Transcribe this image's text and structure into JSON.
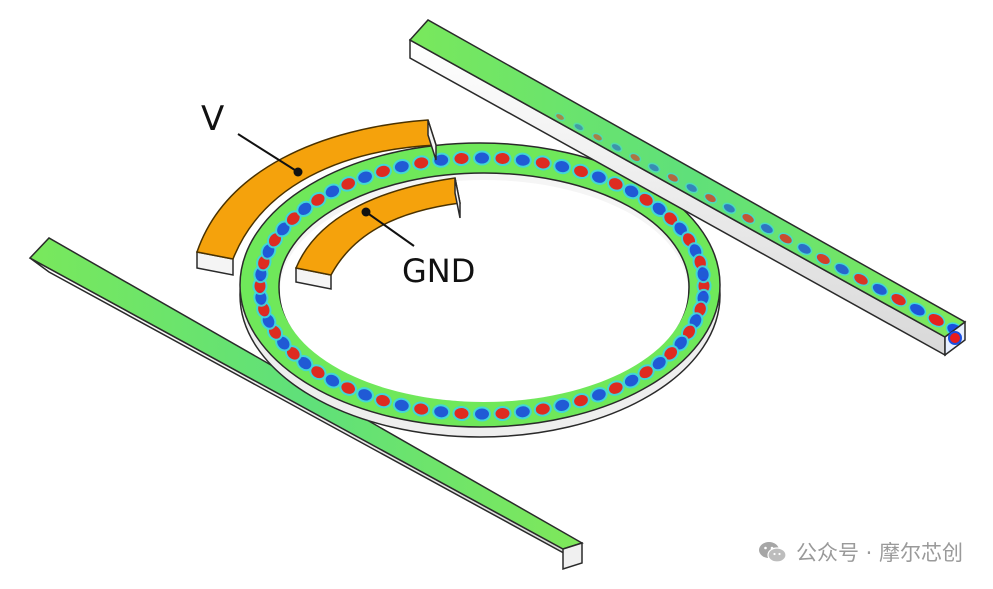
{
  "labels": {
    "voltage": "V",
    "ground": "GND"
  },
  "watermark": {
    "text": "公众号 · 摩尔芯创"
  },
  "colors": {
    "electrode": "#f5a20c",
    "electrode_edge": "#6a4a00",
    "waveguide_base": "#6fe85a",
    "field_positive": "#e81c1c",
    "field_negative": "#1a4fe0",
    "side_wall": "#f4f4f4",
    "outline": "#2a2a2a"
  }
}
